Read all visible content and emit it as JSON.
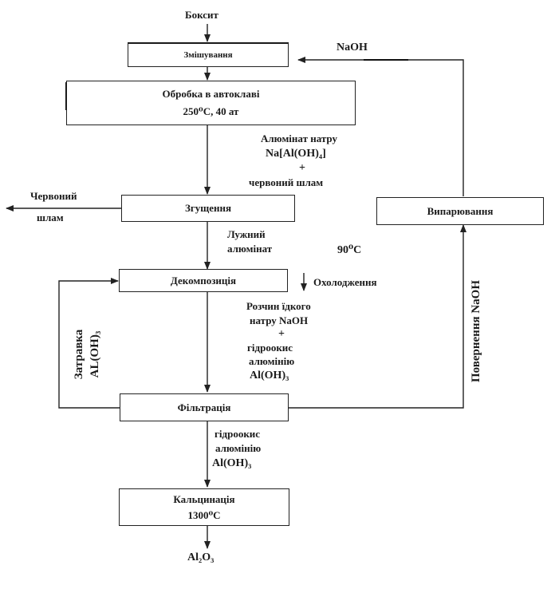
{
  "input": "Боксит",
  "naoh_top": "NaOH",
  "boxes": {
    "mixing": "Змішування",
    "autoclave": "Обробка в автоклаві",
    "autoclave_cond": "250⁰C, 40 ат",
    "thickening": "Згущення",
    "evaporation": "Випарювання",
    "decomposition": "Декомпозиція",
    "filtration": "Фільтрація",
    "calcination": "Кальцинація",
    "calcination_cond": "1300⁰C"
  },
  "labels": {
    "aluminate_1": "Алюмінат натру",
    "aluminate_2": "Na[Al(OH)₄]",
    "aluminate_plus": "+",
    "aluminate_3": "червоний шлам",
    "red_mud_1": "Червоний",
    "red_mud_2": "шлам",
    "alk_1": "Лужний",
    "alk_2": "алюмінат",
    "temp": "90⁰C",
    "cooling": "Охолодження",
    "sol_1": "Розчин їдкого",
    "sol_2": "натру  NaOH",
    "sol_plus": "+",
    "sol_3": "гідроокис",
    "sol_4": "алюмінію",
    "sol_5": "Al(OH)₃",
    "seed_1": "Затравка",
    "seed_2": "AL(OH)₃",
    "return_naoh": "Повернення NaOH",
    "hydr_1": "гідроокис",
    "hydr_2": "алюмінію",
    "hydr_3": "Al(OH)₃",
    "product": "Al₂O₃"
  }
}
